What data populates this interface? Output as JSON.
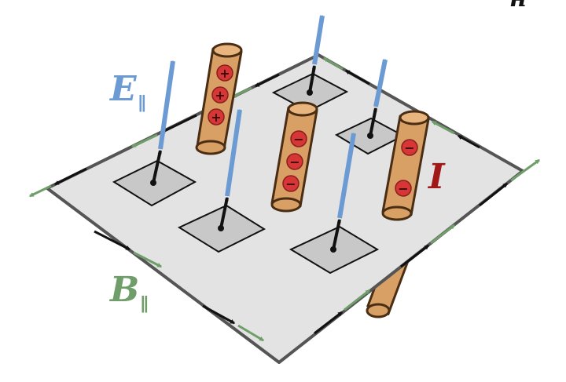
{
  "labels": {
    "e_field": "E",
    "e_sub": "∥",
    "b_field": "B",
    "b_sub": "∥",
    "current": "I",
    "corner": "н"
  },
  "signs": {
    "plus": "+",
    "minus": "−"
  },
  "colors": {
    "surface": "#e3e3e3",
    "surface_edge": "#555555",
    "patch": "#c8c8c8",
    "e_arrow": "#6b9bd2",
    "b_arrow": "#7aab74",
    "cylinder_body": "#d9a066",
    "cylinder_edge": "#4a2e14",
    "charge": "#d63636",
    "current_label": "#a01818",
    "e_label": "#6b9bd2",
    "b_label": "#6f9e6a"
  }
}
